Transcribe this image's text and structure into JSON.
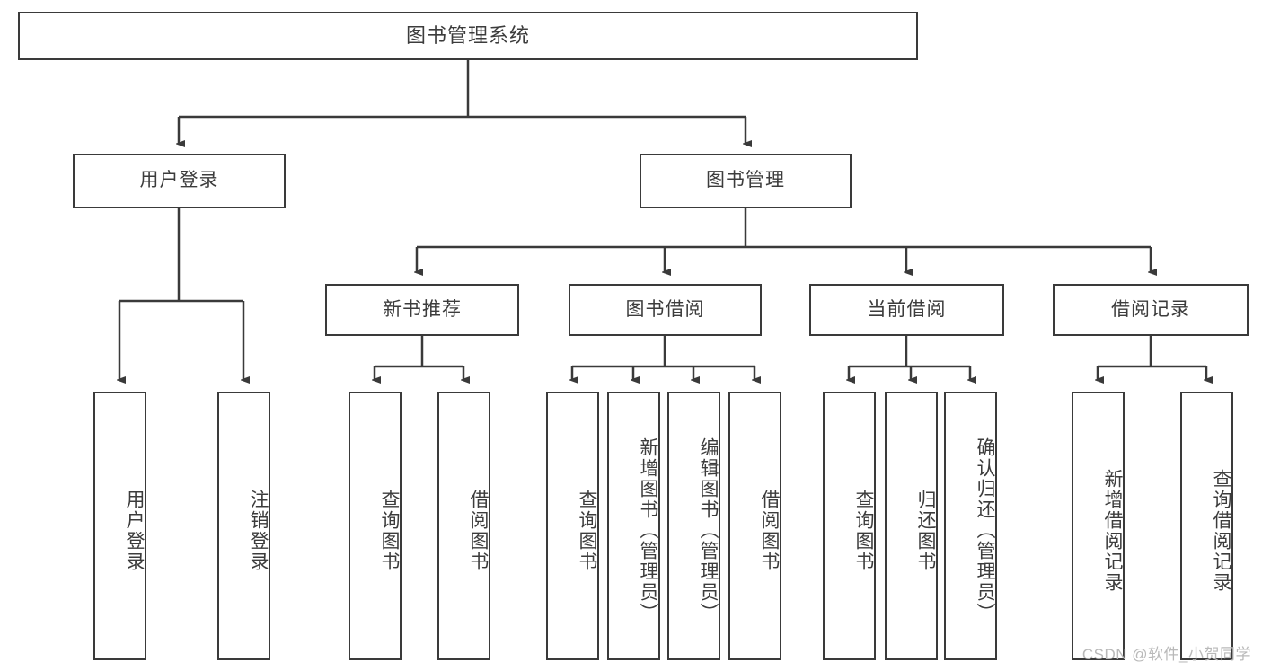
{
  "diagram": {
    "title": "图书管理系统",
    "type": "tree",
    "watermark": "CSDN @软件_小贺同学",
    "colors": {
      "border": "#3a3a3a",
      "text": "#3c3c3c",
      "background": "#ffffff",
      "watermark": "#b9b9b9"
    },
    "nodes": {
      "root": {
        "label": "图书管理系统"
      },
      "level2": [
        {
          "label": "用户登录"
        },
        {
          "label": "图书管理"
        }
      ],
      "level3": [
        {
          "label": "新书推荐"
        },
        {
          "label": "图书借阅"
        },
        {
          "label": "当前借阅"
        },
        {
          "label": "借阅记录"
        }
      ],
      "leaves_user_login": [
        {
          "label": "用户登录"
        },
        {
          "label": "注销登录"
        }
      ],
      "leaves_new_book": [
        {
          "label": "查询图书"
        },
        {
          "label": "借阅图书"
        }
      ],
      "leaves_borrow": [
        {
          "label": "查询图书"
        },
        {
          "label": "新增图书（管理员）"
        },
        {
          "label": "编辑图书（管理员）"
        },
        {
          "label": "借阅图书"
        }
      ],
      "leaves_current": [
        {
          "label": "查询图书"
        },
        {
          "label": "归还图书"
        },
        {
          "label": "确认归还（管理员）"
        }
      ],
      "leaves_records": [
        {
          "label": "新增借阅记录"
        },
        {
          "label": "查询借阅记录"
        }
      ]
    }
  }
}
